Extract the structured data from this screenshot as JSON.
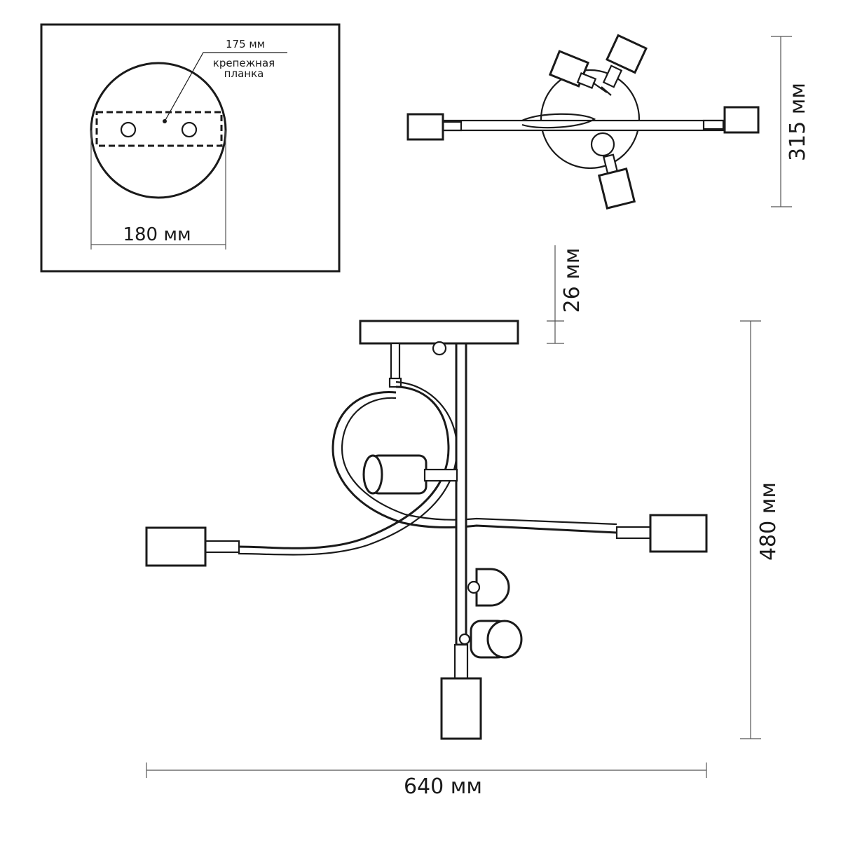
{
  "inset": {
    "plate_length": "175 мм",
    "plate_label_line1": "крепежная",
    "plate_label_line2": "планка",
    "base_diameter": "180 мм"
  },
  "top_view": {
    "depth": "315 мм"
  },
  "side_view": {
    "canopy_height": "26 мм",
    "total_height": "480 мм",
    "total_width": "640 мм"
  }
}
